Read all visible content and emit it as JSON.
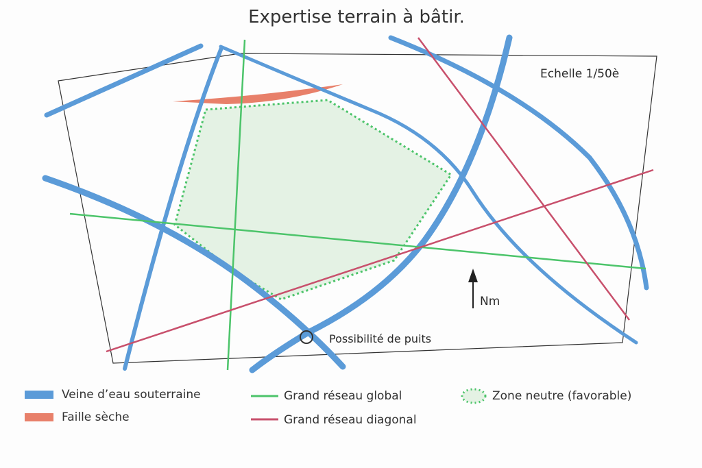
{
  "title": "Expertise terrain à bâtir.",
  "scale_label": "Echelle 1/50è",
  "well_label": "Possibilité de puits",
  "north_label": "Nm",
  "colors": {
    "water": "#5b9bd8",
    "fault": "#e8806a",
    "global": "#4cc46a",
    "diagonal": "#c8506c",
    "zone_fill": "#e4f2e4"
  },
  "legend": [
    {
      "label": "Veine d’eau souterraine",
      "icon": "blue-band"
    },
    {
      "label": "Faille sèche",
      "icon": "orange-band"
    },
    {
      "label": "Grand réseau global",
      "icon": "green-line"
    },
    {
      "label": "Grand réseau diagonal",
      "icon": "red-line"
    },
    {
      "label": "Zone neutre (favorable)",
      "icon": "dotted-green-circle"
    }
  ]
}
